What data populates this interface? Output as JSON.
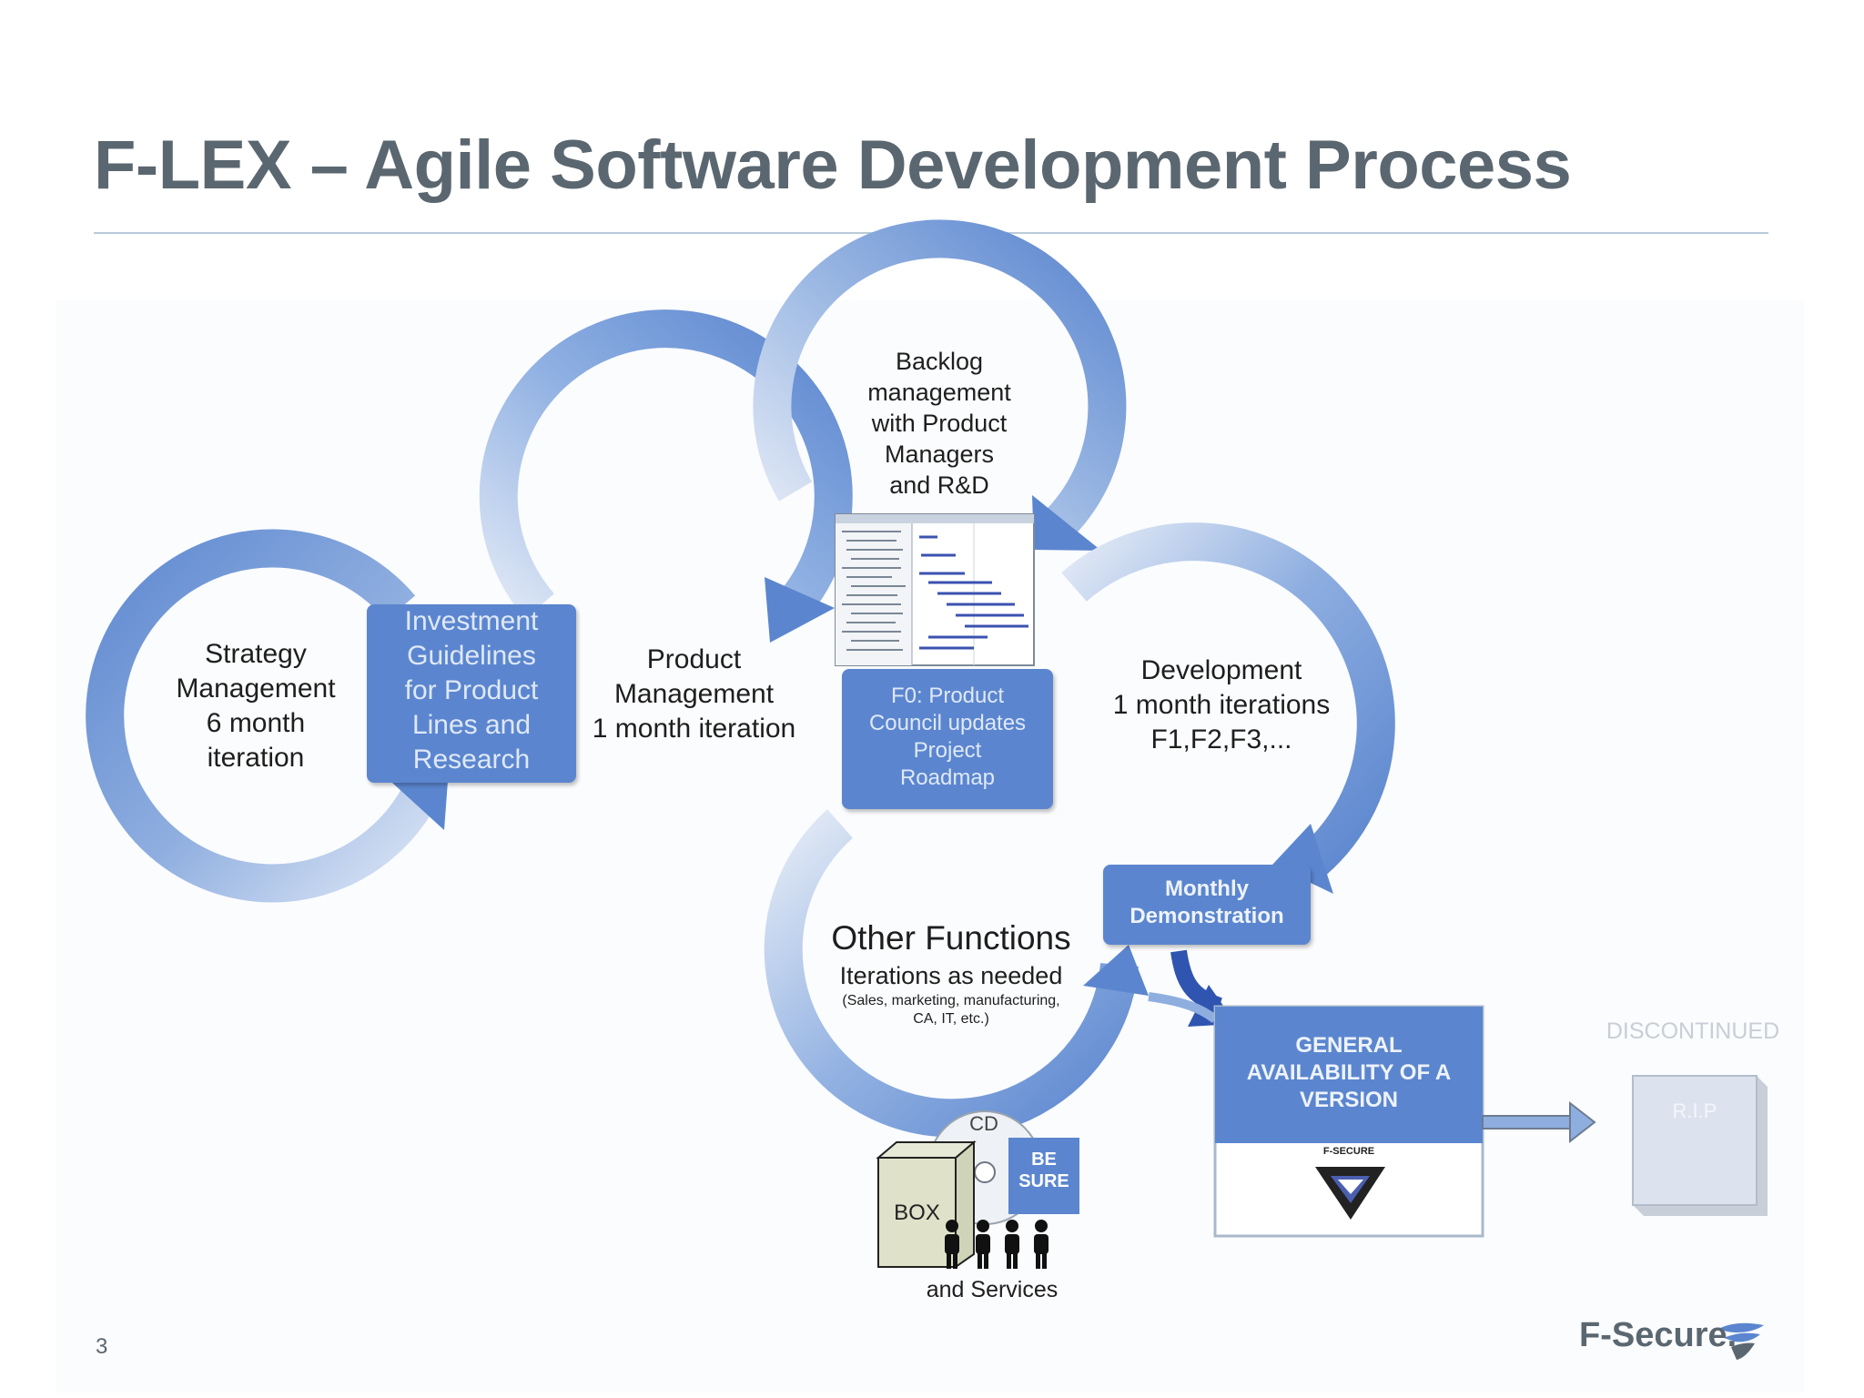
{
  "slide": {
    "title": "F-LEX – Agile Software Development Process",
    "page_number": "3"
  },
  "diagram": {
    "strategy": {
      "line1": "Strategy",
      "line2": "Management",
      "line3": "6 month",
      "line4": "iteration"
    },
    "investment": {
      "line1": "Investment",
      "line2": "Guidelines",
      "line3": "for Product",
      "line4": "Lines and",
      "line5": "Research"
    },
    "product": {
      "line1": "Product",
      "line2": "Management",
      "line3": "1 month iteration"
    },
    "backlog": {
      "line1": "Backlog",
      "line2": "management",
      "line3": "with Product",
      "line4": "Managers",
      "line5": "and R&D"
    },
    "f0": {
      "line1": "F0: Product",
      "line2": "Council updates",
      "line3": "Project",
      "line4": "Roadmap"
    },
    "development": {
      "line1": "Development",
      "line2": "1 month iterations",
      "line3": "F1,F2,F3,..."
    },
    "monthly": {
      "line1": "Monthly",
      "line2": "Demonstration"
    },
    "other": {
      "title": "Other Functions",
      "subtitle": "Iterations as needed",
      "note1": "(Sales, marketing, manufacturing,",
      "note2": "CA, IT, etc.)"
    },
    "products": {
      "cd": "CD",
      "box": "BOX",
      "be_sure": "BE SURE",
      "services": "and Services"
    },
    "ga": {
      "line1": "GENERAL",
      "line2": "AVAILABILITY OF A",
      "line3": "VERSION",
      "brand": "F-SECURE"
    },
    "discontinued": {
      "label": "DISCONTINUED",
      "box": "R.I.P"
    }
  },
  "logo": {
    "text": "F-Secure."
  },
  "colors": {
    "ring": "#5b86cf",
    "ring_light": "#dde6f4",
    "box": "#5b86cf",
    "title": "#5b6770"
  }
}
